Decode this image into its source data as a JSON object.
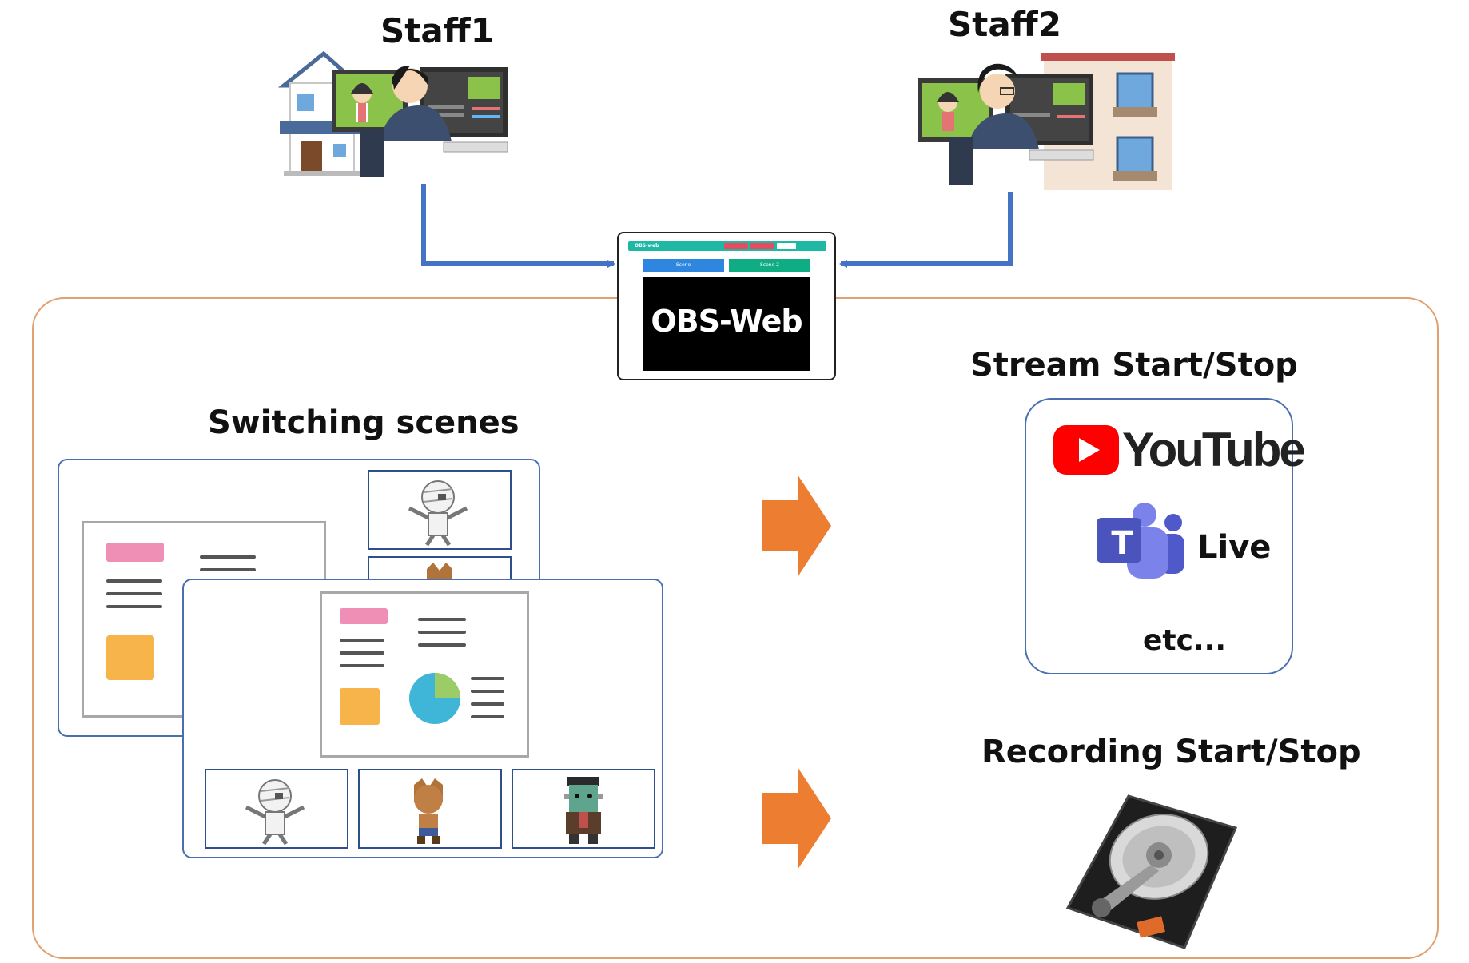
{
  "staff1": {
    "label": "Staff1"
  },
  "staff2": {
    "label": "Staff2"
  },
  "obs_web": {
    "label": "OBS-Web",
    "toolbar": {
      "app_name": "OBS-web",
      "scene1": "Scene",
      "scene2": "Scene 2"
    }
  },
  "sections": {
    "switching": "Switching scenes",
    "stream": "Stream Start/Stop",
    "recording": "Recording Start/Stop"
  },
  "services": {
    "youtube": "YouTube",
    "teams_live": "Live",
    "teams_letter": "T",
    "etc": "etc..."
  },
  "colors": {
    "connector_blue": "#4472c4",
    "container_border": "#e0a070",
    "arrow_orange": "#ed7d31",
    "youtube_red": "#ff0000",
    "teams_purple": "#5558af",
    "obs_toolbar": "#1fb8a5",
    "obs_scene1": "#2e86de",
    "obs_scene2": "#10ac84"
  }
}
